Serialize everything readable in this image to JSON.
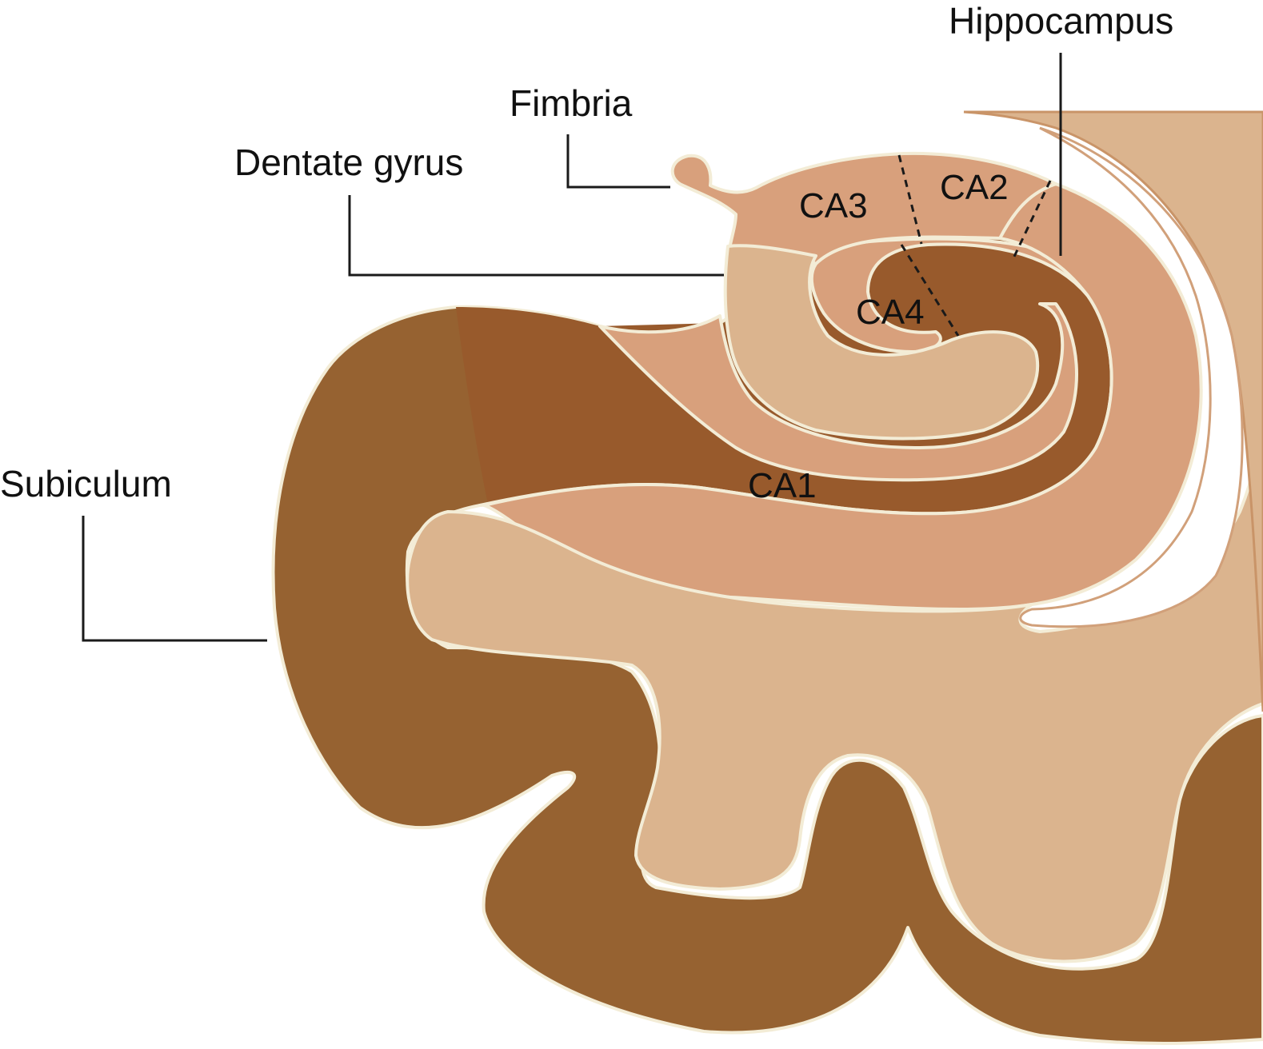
{
  "colors": {
    "background": "#ffffff",
    "cortex_outer": "#966231",
    "stratum_pyramidale": "#985a2c",
    "molecular_layer": "#d8a07c",
    "white_matter": "#dbb48e",
    "edge": "#f3ecd6",
    "leader_line": "#1a1a1a"
  },
  "labels": {
    "hippocampus": "Hippocampus",
    "fimbria": "Fimbria",
    "dentate_gyrus": "Dentate gyrus",
    "subiculum": "Subiculum",
    "ca1": "CA1",
    "ca2": "CA2",
    "ca3": "CA3",
    "ca4": "CA4"
  }
}
